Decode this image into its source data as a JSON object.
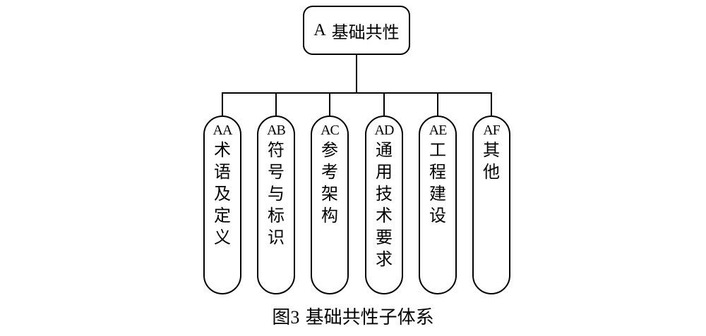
{
  "root": {
    "code": "A",
    "label": "基础共性"
  },
  "children": [
    {
      "code": "AA",
      "label": "术语及定义"
    },
    {
      "code": "AB",
      "label": "符号与标识"
    },
    {
      "code": "AC",
      "label": "参考架构"
    },
    {
      "code": "AD",
      "label": "通用技术要求"
    },
    {
      "code": "AE",
      "label": "工程建设"
    },
    {
      "code": "AF",
      "label": "其他"
    }
  ],
  "caption": {
    "figure": "图3",
    "title": "基础共性子体系"
  }
}
